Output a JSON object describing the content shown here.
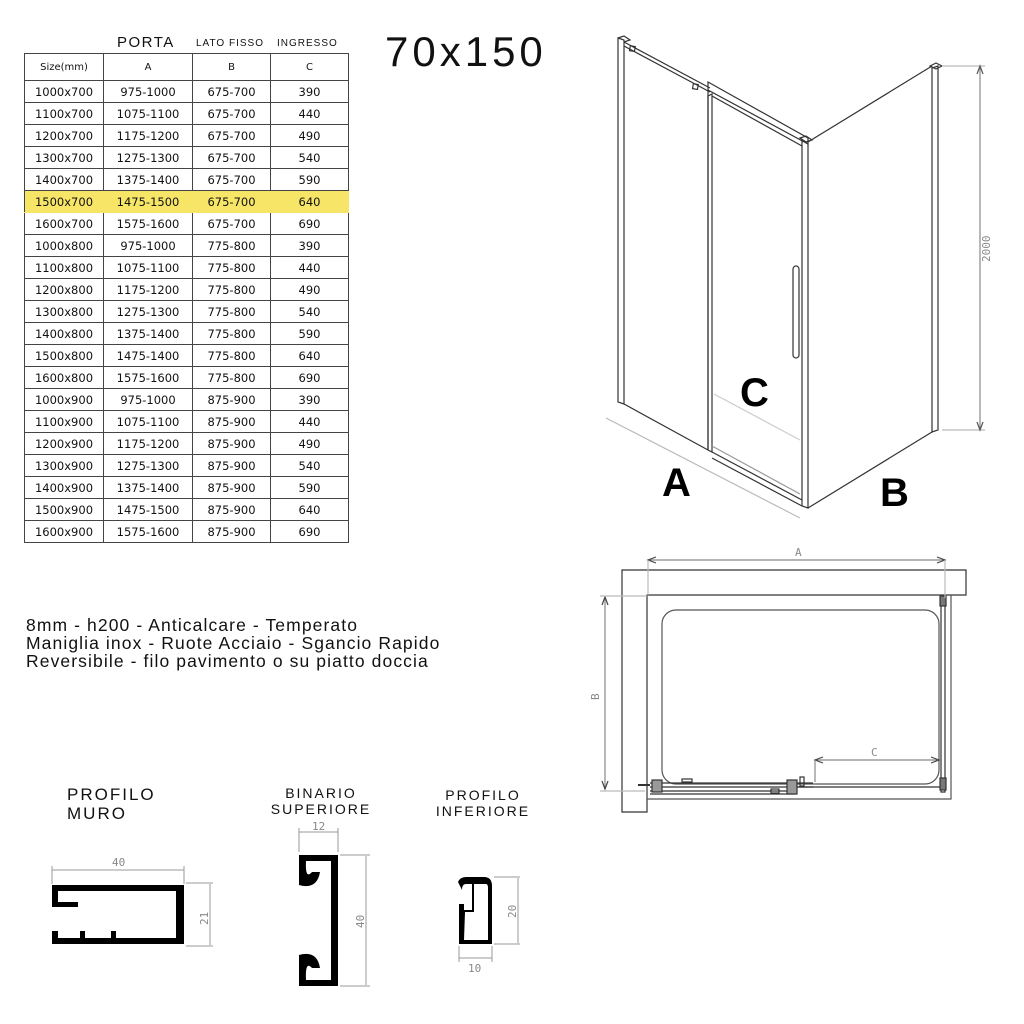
{
  "title": "70x150",
  "table": {
    "group_headings": {
      "porta": "PORTA",
      "lato_fisso": "LATO FISSO",
      "ingresso": "INGRESSO"
    },
    "columns": [
      "Size(mm)",
      "A",
      "B",
      "C"
    ],
    "highlight_row_index": 5,
    "highlight_color": "#f6e566",
    "rows": [
      {
        "size": "1000x700",
        "a": "975-1000",
        "b": "675-700",
        "c": "390"
      },
      {
        "size": "1100x700",
        "a": "1075-1100",
        "b": "675-700",
        "c": "440"
      },
      {
        "size": "1200x700",
        "a": "1175-1200",
        "b": "675-700",
        "c": "490"
      },
      {
        "size": "1300x700",
        "a": "1275-1300",
        "b": "675-700",
        "c": "540"
      },
      {
        "size": "1400x700",
        "a": "1375-1400",
        "b": "675-700",
        "c": "590"
      },
      {
        "size": "1500x700",
        "a": "1475-1500",
        "b": "675-700",
        "c": "640"
      },
      {
        "size": "1600x700",
        "a": "1575-1600",
        "b": "675-700",
        "c": "690"
      },
      {
        "size": "1000x800",
        "a": "975-1000",
        "b": "775-800",
        "c": "390"
      },
      {
        "size": "1100x800",
        "a": "1075-1100",
        "b": "775-800",
        "c": "440"
      },
      {
        "size": "1200x800",
        "a": "1175-1200",
        "b": "775-800",
        "c": "490"
      },
      {
        "size": "1300x800",
        "a": "1275-1300",
        "b": "775-800",
        "c": "540"
      },
      {
        "size": "1400x800",
        "a": "1375-1400",
        "b": "775-800",
        "c": "590"
      },
      {
        "size": "1500x800",
        "a": "1475-1400",
        "b": "775-800",
        "c": "640"
      },
      {
        "size": "1600x800",
        "a": "1575-1600",
        "b": "775-800",
        "c": "690"
      },
      {
        "size": "1000x900",
        "a": "975-1000",
        "b": "875-900",
        "c": "390"
      },
      {
        "size": "1100x900",
        "a": "1075-1100",
        "b": "875-900",
        "c": "440"
      },
      {
        "size": "1200x900",
        "a": "1175-1200",
        "b": "875-900",
        "c": "490"
      },
      {
        "size": "1300x900",
        "a": "1275-1300",
        "b": "875-900",
        "c": "540"
      },
      {
        "size": "1400x900",
        "a": "1375-1400",
        "b": "875-900",
        "c": "590"
      },
      {
        "size": "1500x900",
        "a": "1475-1500",
        "b": "875-900",
        "c": "640"
      },
      {
        "size": "1600x900",
        "a": "1575-1600",
        "b": "875-900",
        "c": "690"
      }
    ]
  },
  "features": [
    "8mm - h200 - Anticalcare - Temperato",
    "Maniglia inox - Ruote Acciaio - Sgancio Rapido",
    "Reversibile - filo pavimento o su piatto doccia"
  ],
  "isometric_view": {
    "labels": {
      "a": "A",
      "b": "B",
      "c": "C"
    },
    "height_dimension": "2000"
  },
  "plan_view": {
    "labels": {
      "a": "A",
      "b": "B",
      "c": "C"
    }
  },
  "profiles": {
    "muro": {
      "title_line1": "PROFILO",
      "title_line2": "MURO",
      "width": "40",
      "height": "21"
    },
    "binario": {
      "title_line1": "BINARIO",
      "title_line2": "SUPERIORE",
      "width": "12",
      "height": "40"
    },
    "inferiore": {
      "title_line1": "PROFILO",
      "title_line2": "INFERIORE",
      "width": "10",
      "height": "20"
    }
  }
}
